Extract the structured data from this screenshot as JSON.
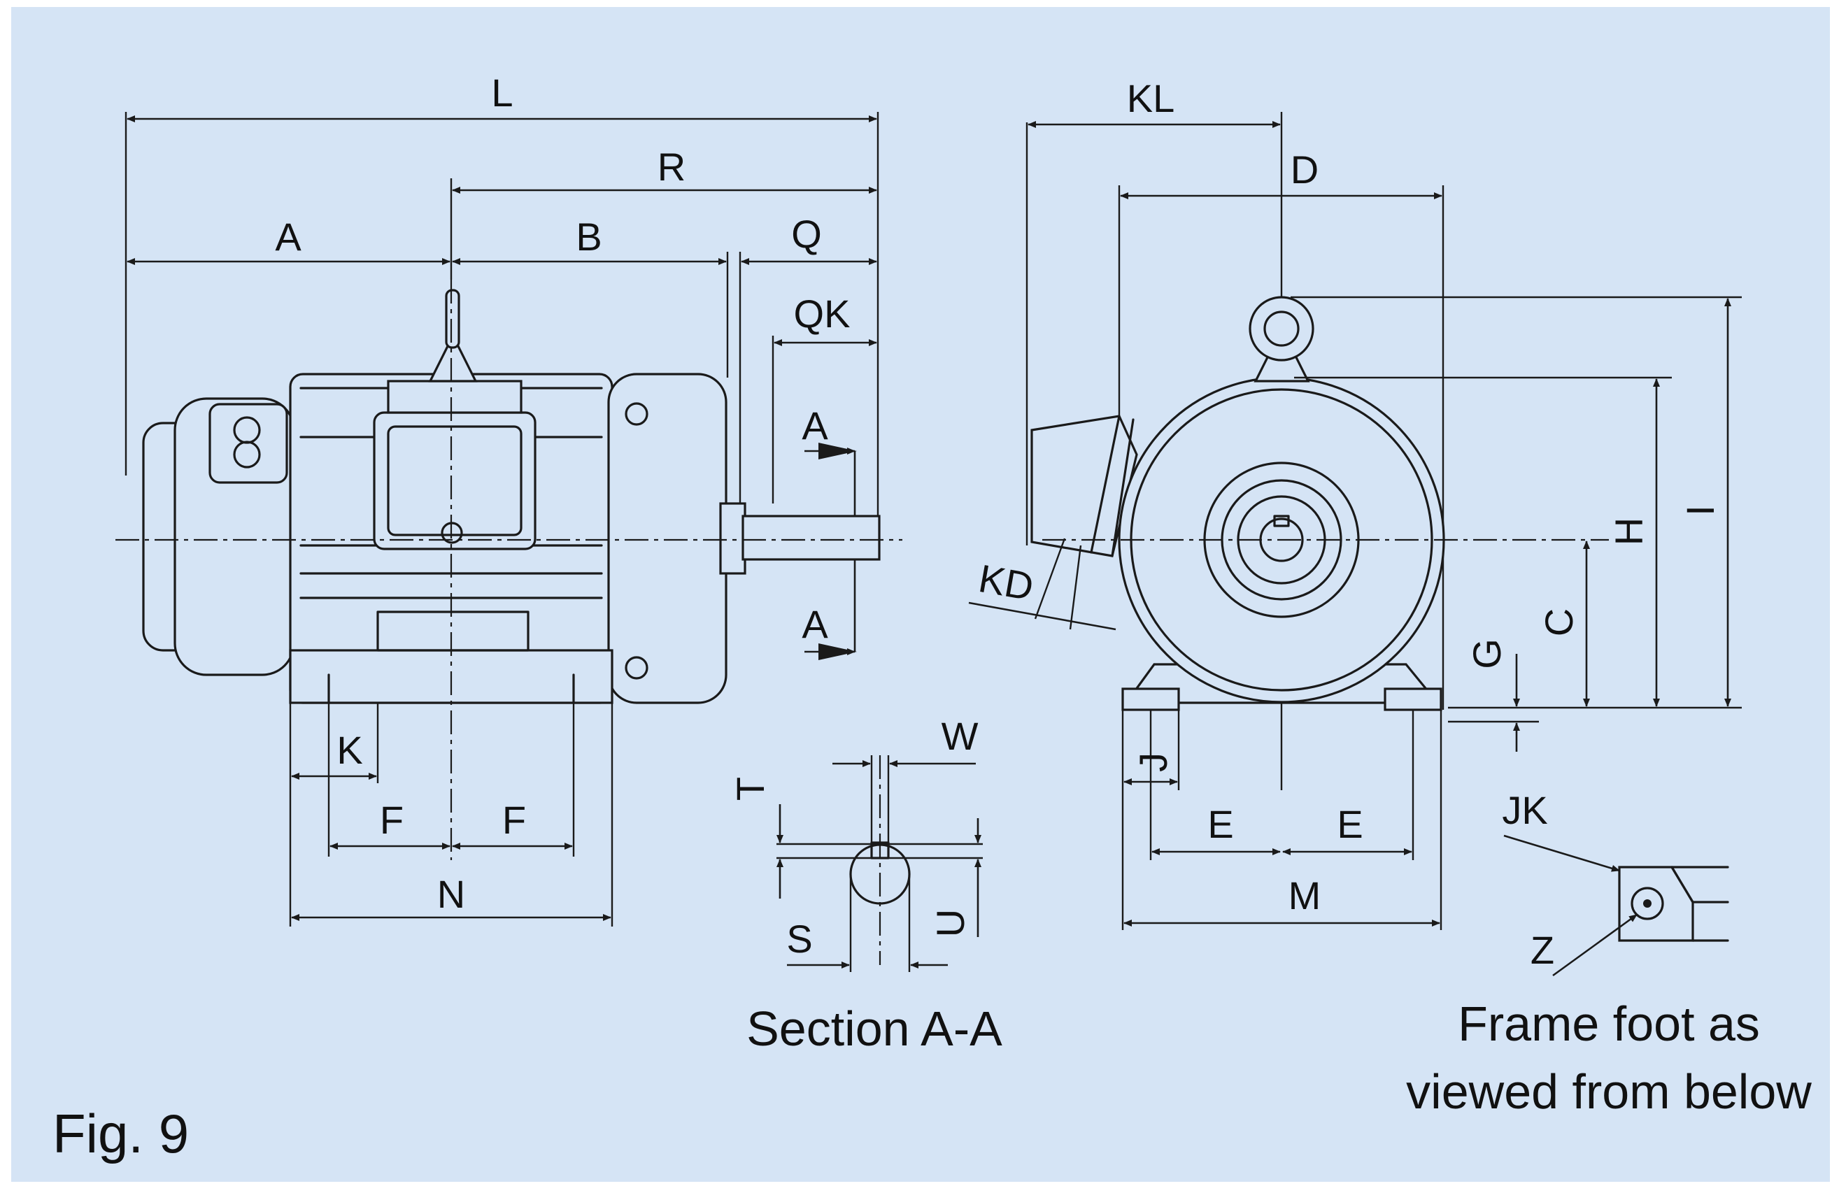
{
  "colors": {
    "background": "#d5e4f5",
    "frame": "#ffffff",
    "line": "#1a1a1a"
  },
  "labels": {
    "L": "L",
    "R": "R",
    "A": "A",
    "B": "B",
    "Q": "Q",
    "QK": "QK",
    "A_arrow_top": "A",
    "A_arrow_bottom": "A",
    "K": "K",
    "F_left": "F",
    "F_right": "F",
    "N": "N",
    "KL": "KL",
    "D": "D",
    "KD": "KD",
    "H": "H",
    "I": "I",
    "C": "C",
    "G": "G",
    "J": "J",
    "E_left": "E",
    "E_right": "E",
    "M": "M",
    "W": "W",
    "T": "T",
    "S": "S",
    "U": "U",
    "JK": "JK",
    "Z": "Z"
  },
  "captions": {
    "section": "Section A-A",
    "foot_line1": "Frame foot as",
    "foot_line2": "viewed from below",
    "figure": "Fig. 9"
  }
}
